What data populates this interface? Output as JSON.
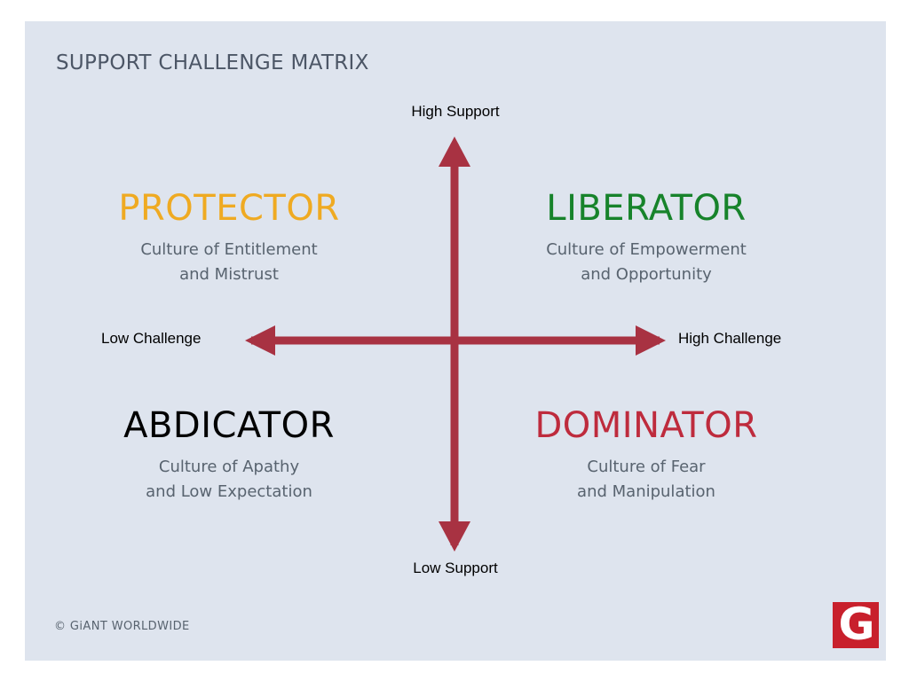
{
  "slide": {
    "title": "SUPPORT CHALLENGE MATRIX",
    "background_color": "#DEE4EE",
    "axis_color": "#A83242"
  },
  "axes": {
    "top_label": "High Support",
    "bottom_label": "Low Support",
    "left_label": "Low Challenge",
    "right_label": "High Challenge"
  },
  "quadrants": [
    {
      "key": "protector",
      "title": "PROTECTOR",
      "subtitle_line1": "Culture of Entitlement",
      "subtitle_line2": "and Mistrust",
      "color": "#EFAA22",
      "position": "top-left"
    },
    {
      "key": "liberator",
      "title": "LIBERATOR",
      "subtitle_line1": "Culture of Empowerment",
      "subtitle_line2": "and Opportunity",
      "color": "#17832B",
      "position": "top-right"
    },
    {
      "key": "abdicator",
      "title": "ABDICATOR",
      "subtitle_line1": "Culture of Apathy",
      "subtitle_line2": "and Low Expectation",
      "color": "#000000",
      "position": "bottom-left"
    },
    {
      "key": "dominator",
      "title": "DOMINATOR",
      "subtitle_line1": "Culture of Fear",
      "subtitle_line2": "and Manipulation",
      "color": "#BE2B3D",
      "position": "bottom-right"
    }
  ],
  "footer": {
    "copyright": "© GiANT WORLDWIDE",
    "logo_letter": "G",
    "logo_color": "#C8202C"
  }
}
